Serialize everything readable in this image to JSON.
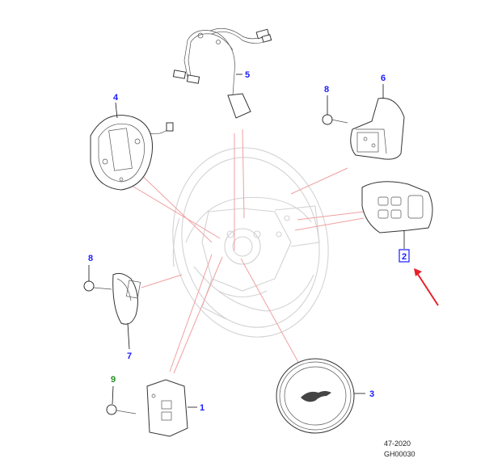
{
  "diagram": {
    "callouts": [
      {
        "id": "1",
        "text": "1",
        "color": "#1a1aff"
      },
      {
        "id": "3",
        "text": "3",
        "color": "#1a1aff"
      },
      {
        "id": "4",
        "text": "4",
        "color": "#1a1aff"
      },
      {
        "id": "5",
        "text": "5",
        "color": "#1a1aff"
      },
      {
        "id": "6",
        "text": "6",
        "color": "#1a1aff"
      },
      {
        "id": "7",
        "text": "7",
        "color": "#1a1aff"
      },
      {
        "id": "8a",
        "text": "8",
        "color": "#1a1aff"
      },
      {
        "id": "8b",
        "text": "8",
        "color": "#1a1aff"
      },
      {
        "id": "9",
        "text": "9",
        "color": "#1f8f1f"
      },
      {
        "id": "2",
        "text": "2",
        "color": "#1a1aff",
        "highlighted": true
      }
    ],
    "footer": {
      "date_code": "47-2020",
      "drawing_id": "GH00030"
    },
    "colors": {
      "callout_blue": "#1a1aff",
      "callout_green": "#1f8f1f",
      "arrow_red": "#e8202a",
      "leader_pink": "#f0a0a0",
      "wheel_outline": "#d3d3d3"
    },
    "icons": [
      "red-arrow-icon",
      "jaguar-leaper-icon"
    ]
  }
}
